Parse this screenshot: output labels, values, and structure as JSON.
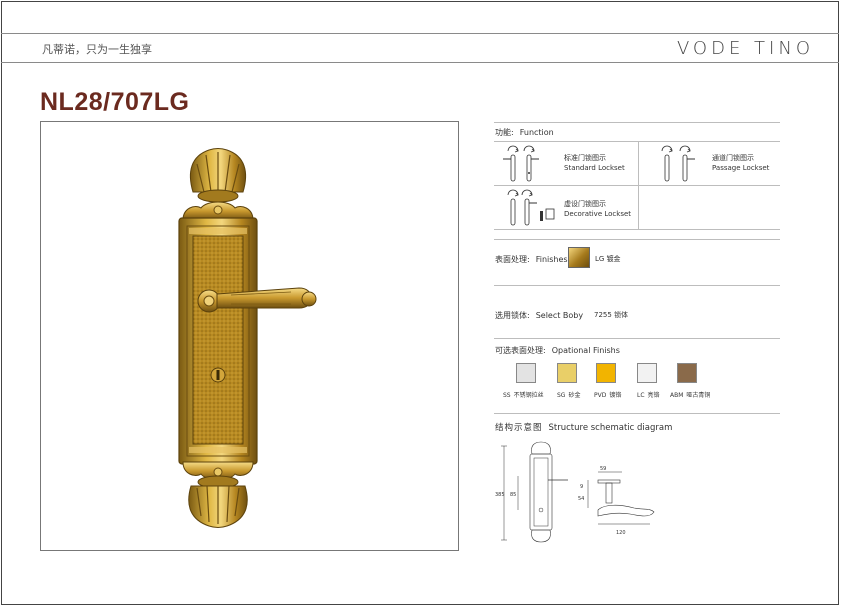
{
  "header": {
    "slogan": "凡蒂诺，只为一生独享",
    "brand": "VODE TINO"
  },
  "product": {
    "model": "NL28/707LG"
  },
  "function": {
    "label_cn": "功能:",
    "label_en": "Function",
    "items": [
      {
        "cn": "标准门锁图示",
        "en": "Standard  Lockset"
      },
      {
        "cn": "通道门锁图示",
        "en": "Passage  Lockset"
      },
      {
        "cn": "虚设门锁图示",
        "en": "Decorative  Lockset"
      }
    ]
  },
  "finishes": {
    "label_cn": "表面处理:",
    "label_en": "Finishes",
    "code": "LG",
    "cn": "镀金",
    "swatch_color": "#b8892c"
  },
  "body": {
    "label_cn": "选用锁体:",
    "label_en": "Select  Boby",
    "value": "7255",
    "value_cn": "锁体"
  },
  "optional": {
    "label_cn": "可选表面处理:",
    "label_en": "Opational  Finishs",
    "items": [
      {
        "code": "SS",
        "cn": "不锈钢拉丝",
        "color": "#e3e3e3"
      },
      {
        "code": "SG",
        "cn": "砂金",
        "color": "#e9cf68"
      },
      {
        "code": "PVD",
        "cn": "镀铬",
        "color": "#f2b400"
      },
      {
        "code": "LC",
        "cn": "亮铬",
        "color": "#f2f2f2"
      },
      {
        "code": "ABM",
        "cn": "哑古青铜",
        "color": "#8a6a4a"
      }
    ]
  },
  "structure": {
    "label_cn": "结构示意图",
    "label_en": "Structure schematic diagram",
    "dims": {
      "total": "385",
      "inner": "85",
      "w59": "59",
      "d9": "9",
      "d54": "54",
      "len120": "120"
    }
  },
  "colors": {
    "model_text": "#6b2a1f",
    "gold_dark": "#7a5a12",
    "gold_mid": "#c69a2e",
    "gold_light": "#f0d27a"
  }
}
